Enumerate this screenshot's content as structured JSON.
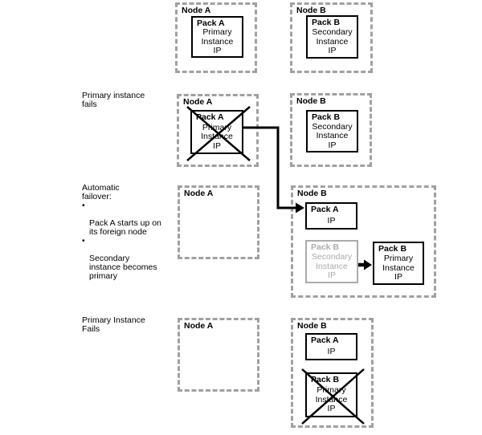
{
  "bullet_char": "•",
  "colors": {
    "pack_outline": "#000000",
    "node_dash_gray": "#a0a0a0",
    "inactive_gray": "#ababab",
    "arrow": "#000000"
  },
  "row1": {
    "node_a": {
      "title": "Node A",
      "pack": {
        "title": "Pack A",
        "body": "Primary\nInstance\nIP"
      }
    },
    "node_b": {
      "title": "Node B",
      "pack": {
        "title": "Pack B",
        "body": "Secondary\nInstance\nIP"
      }
    }
  },
  "row2": {
    "label": "Primary instance\nfails",
    "node_a": {
      "title": "Node A",
      "pack": {
        "title": "Pack A",
        "body": "Primary\nInstance\nIP"
      }
    },
    "node_b": {
      "title": "Node B",
      "pack": {
        "title": "Pack B",
        "body": "Secondary\nInstance\nIP"
      }
    }
  },
  "row3": {
    "label": "Automatic\nfailover:",
    "bullets": [
      "Pack A starts up on\nits foreign node",
      "Secondary\ninstance becomes\nprimary"
    ],
    "node_a": {
      "title": "Node A"
    },
    "node_b": {
      "title": "Node B",
      "pack_a": {
        "title": "Pack A",
        "body": "IP"
      },
      "pack_b_before": {
        "title": "Pack B",
        "body": "Secondary\nInstance\nIP"
      },
      "pack_b_after": {
        "title": "Pack B",
        "body": "Primary\nInstance\nIP"
      }
    }
  },
  "row4": {
    "label": "Primary Instance\nFails",
    "node_a": {
      "title": "Node A"
    },
    "node_b": {
      "title": "Node B",
      "pack_a": {
        "title": "Pack A",
        "body": "IP"
      },
      "pack_b": {
        "title": "Pack B",
        "body": "Primary\nInstance\nIP"
      }
    }
  }
}
